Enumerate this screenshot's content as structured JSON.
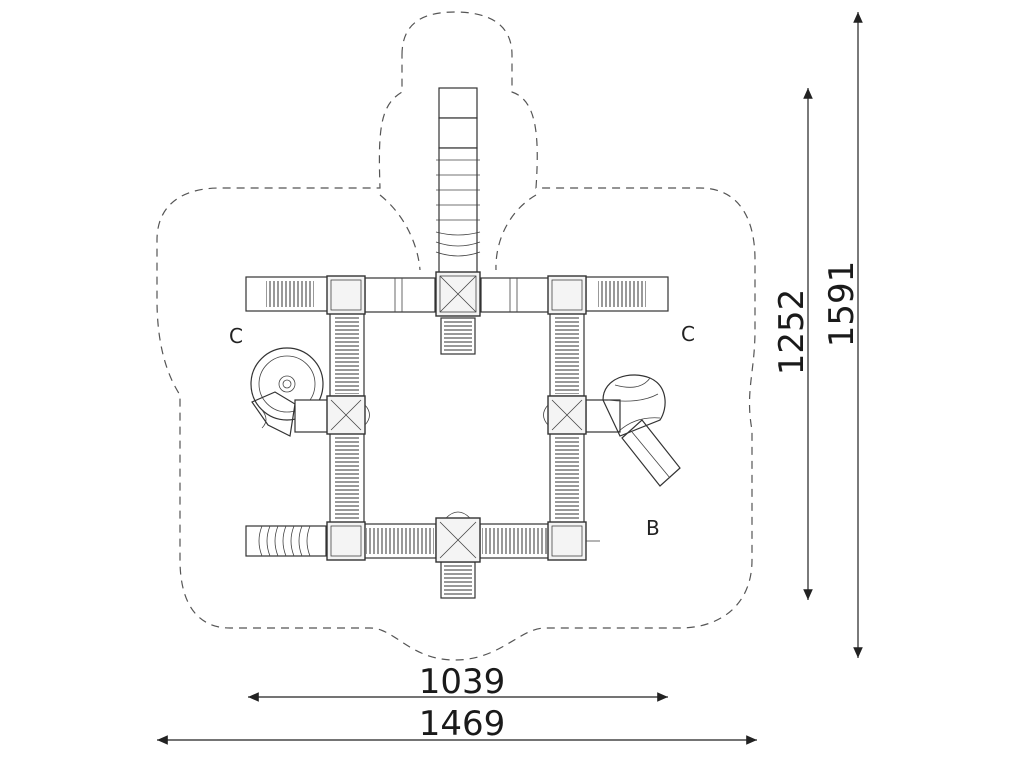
{
  "dimensions": {
    "inner_width": "1039",
    "outer_width": "1469",
    "inner_height": "1252",
    "outer_height": "1591"
  },
  "zones": {
    "left": "C",
    "right": "C",
    "bottom_right": "B"
  }
}
